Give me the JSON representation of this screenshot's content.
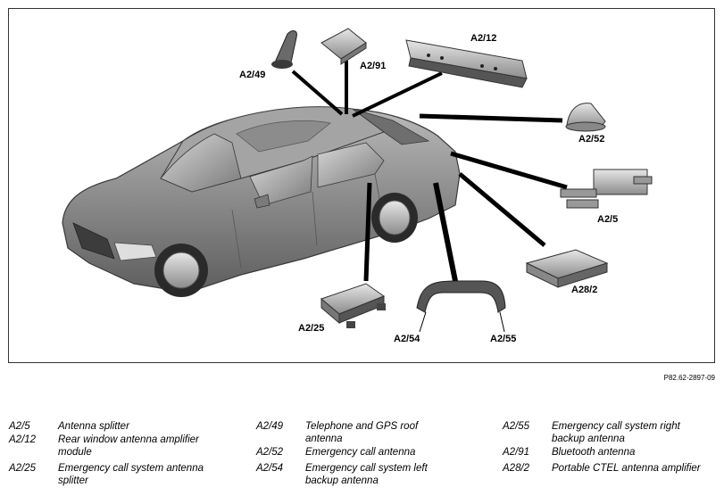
{
  "figure_ref": "P82.62-2897-09",
  "callouts": {
    "a2_49": "A2/49",
    "a2_91": "A2/91",
    "a2_12": "A2/12",
    "a2_52": "A2/52",
    "a2_5": "A2/5",
    "a28_2": "A28/2",
    "a2_25": "A2/25",
    "a2_54": "A2/54",
    "a2_55": "A2/55"
  },
  "legend": [
    {
      "code": "A2/5",
      "desc": "Antenna splitter"
    },
    {
      "code": "A2/12",
      "desc": "Rear window antenna amplifier module"
    },
    {
      "code": "A2/25",
      "desc": "Emergency call system antenna splitter"
    },
    {
      "code": "A2/49",
      "desc": "Telephone and GPS roof antenna"
    },
    {
      "code": "A2/52",
      "desc": "Emergency call antenna"
    },
    {
      "code": "A2/54",
      "desc": "Emergency call system left backup antenna"
    },
    {
      "code": "A2/55",
      "desc": "Emergency call system right backup antenna"
    },
    {
      "code": "A2/91",
      "desc": "Bluetooth antenna"
    },
    {
      "code": "A28/2",
      "desc": "Portable CTEL antenna amplifier"
    }
  ]
}
